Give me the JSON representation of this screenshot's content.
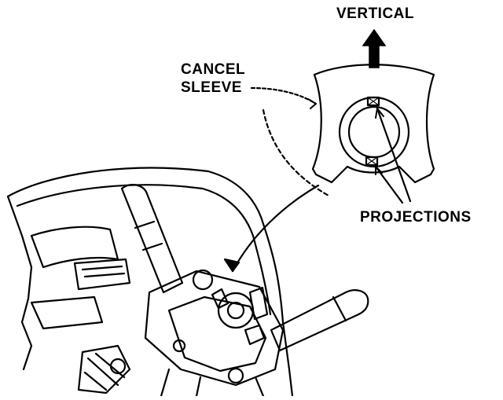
{
  "labels": {
    "vertical": "VERTICAL",
    "cancel_sleeve_line1": "CANCEL",
    "cancel_sleeve_line2": "SLEEVE",
    "projections": "PROJECTIONS"
  },
  "colors": {
    "ink": "#000000",
    "paper": "#ffffff"
  },
  "icons": {
    "direction_arrow": "arrow-up-icon"
  }
}
